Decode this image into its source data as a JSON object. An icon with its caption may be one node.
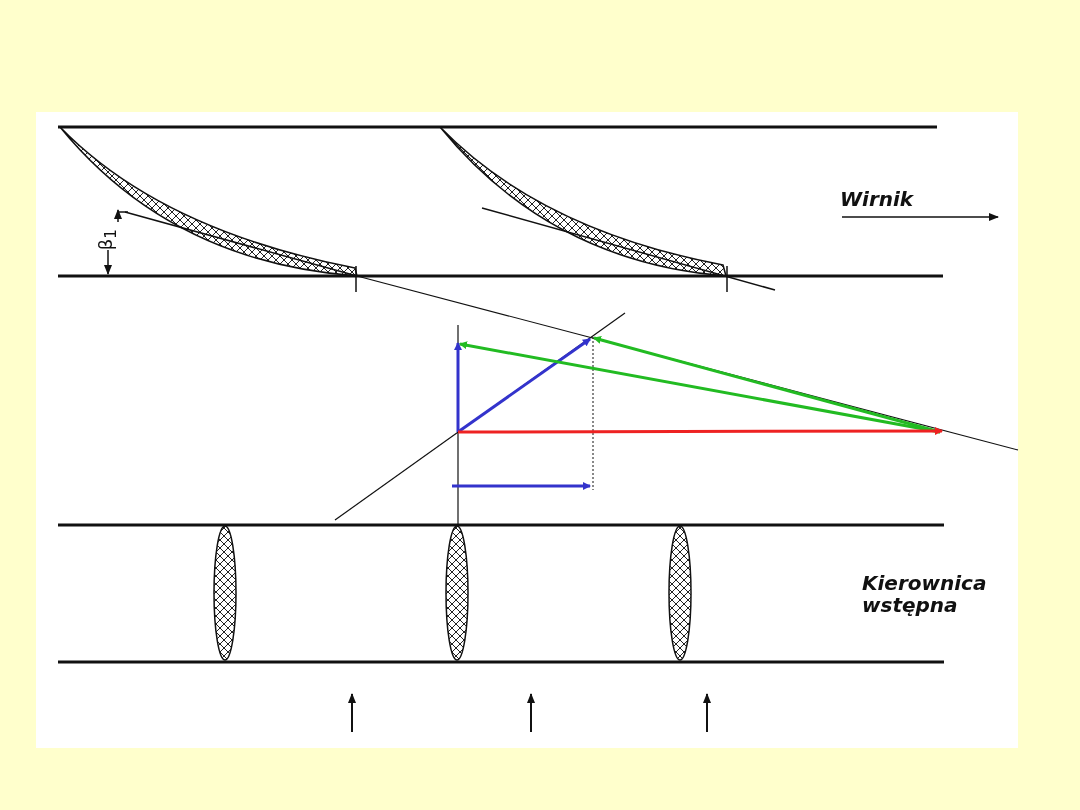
{
  "diagram": {
    "labels": [
      "β$_{1}$",
      "Wirnik",
      "Kierownica wstępna"
    ]
  }
}
